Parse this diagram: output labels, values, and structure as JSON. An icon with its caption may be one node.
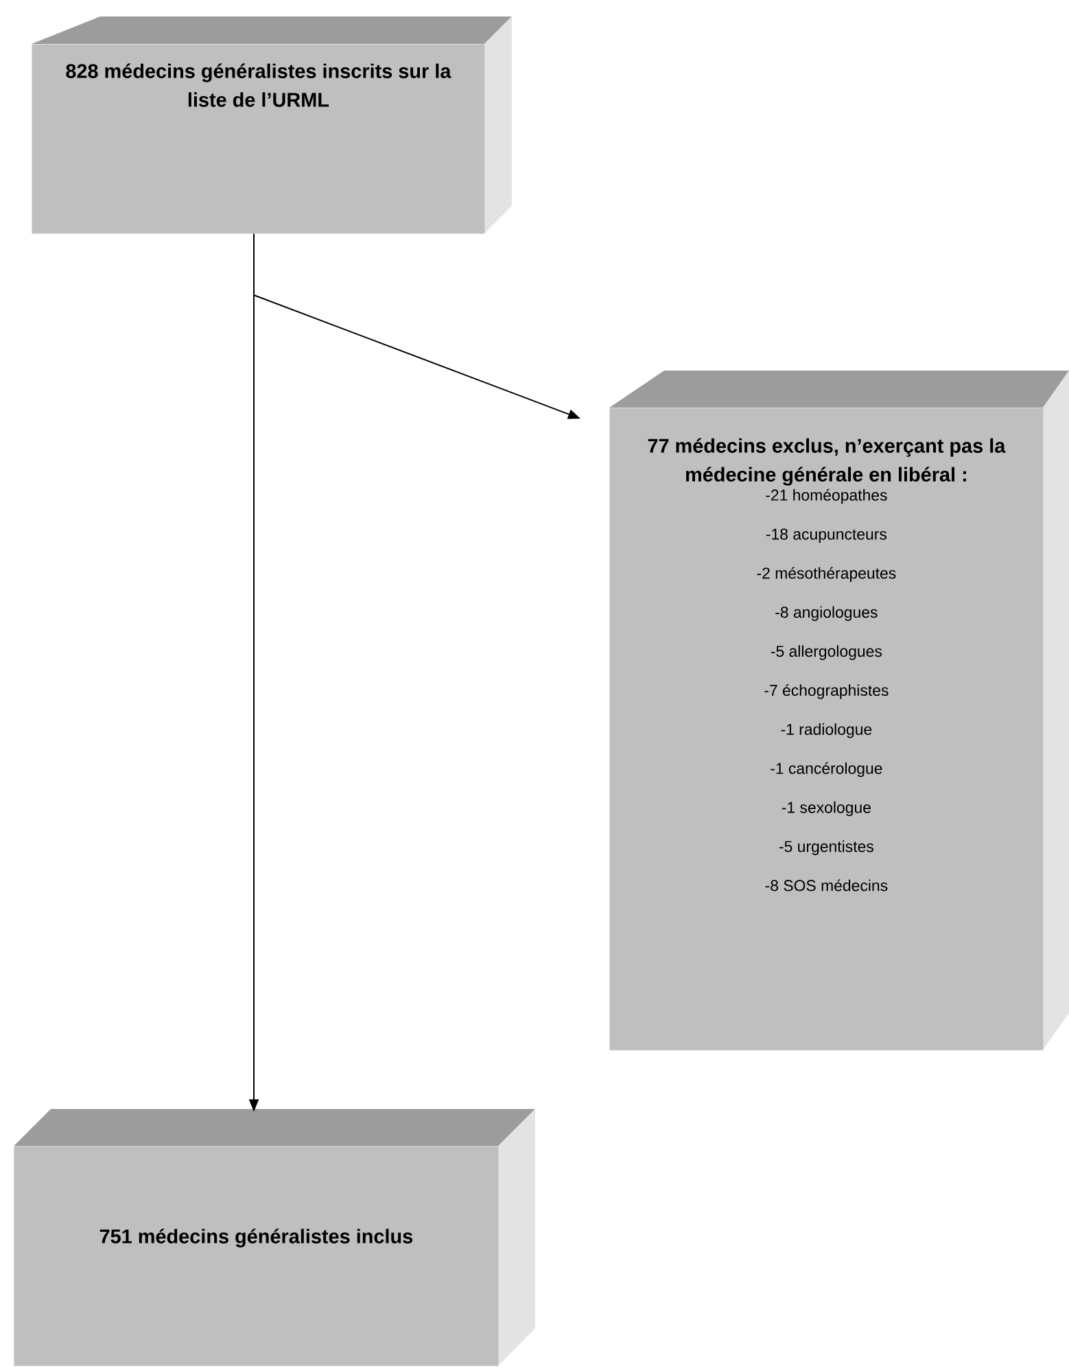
{
  "diagram": {
    "nodes": [
      {
        "text": [
          "828 médecins généralistes inscrits sur la liste de l’URML"
        ]
      },
      {
        "text": [
          "77 médecins exclus, n’exerçant pas la médecine générale en libéral :",
          "-21 homéopathes",
          "-18 acupuncteurs",
          "-2 mésothérapeutes",
          "-8 angiologues",
          "-5 allergologues",
          "-7 échographistes",
          "-1 radiologue",
          "-1 cancérologue",
          "-1 sexologue",
          "-5 urgentistes",
          "-8 SOS médecins"
        ]
      },
      {
        "text": [
          "751 médecins généralistes inclus"
        ]
      }
    ],
    "edges": [
      {
        "from": 0,
        "to": 2,
        "arrow": "to"
      },
      {
        "from": 0,
        "to": 1,
        "arrow": "to"
      }
    ]
  }
}
